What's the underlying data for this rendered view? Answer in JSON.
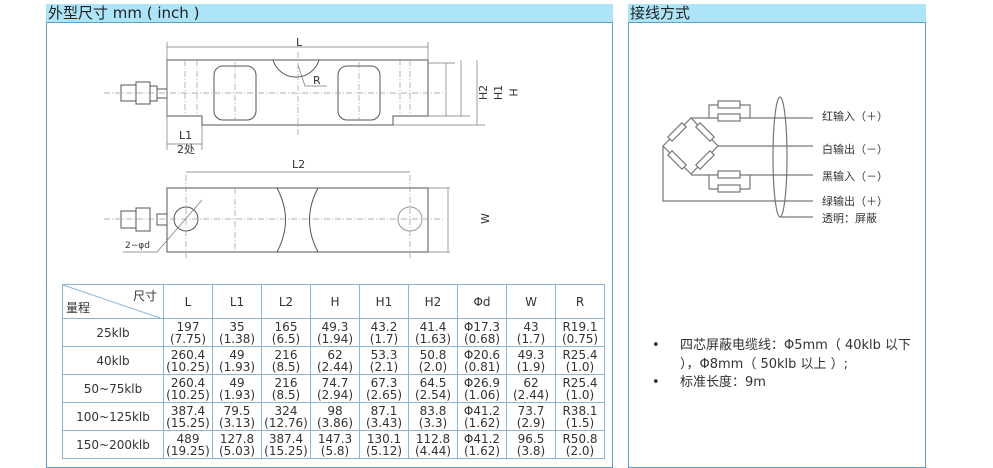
{
  "left_panel": {
    "title": "外型尺寸 mm ( inch )"
  },
  "right_panel": {
    "title": "接线方式"
  },
  "drawing_labels": {
    "L": "L",
    "L1": "L1",
    "L1_note": "2处",
    "R": "R",
    "H2": "H2",
    "H1": "H1",
    "H": "H",
    "L2": "L2",
    "W": "W",
    "hole": "2−φd"
  },
  "table": {
    "corner_top": "尺寸",
    "corner_bottom": "量程",
    "columns": [
      "L",
      "L1",
      "L2",
      "H",
      "H1",
      "H2",
      "Φd",
      "W",
      "R"
    ],
    "rows": [
      {
        "range": "25klb",
        "cells": [
          [
            "197",
            "(7.75)"
          ],
          [
            "35",
            "(1.38)"
          ],
          [
            "165",
            "(6.5)"
          ],
          [
            "49.3",
            "(1.94)"
          ],
          [
            "43.2",
            "(1.7)"
          ],
          [
            "41.4",
            "(1.63)"
          ],
          [
            "Φ17.3",
            "(0.68)"
          ],
          [
            "43",
            "(1.7)"
          ],
          [
            "R19.1",
            "(0.75)"
          ]
        ]
      },
      {
        "range": "40klb",
        "cells": [
          [
            "260.4",
            "(10.25)"
          ],
          [
            "49",
            "(1.93)"
          ],
          [
            "216",
            "(8.5)"
          ],
          [
            "62",
            "(2.44)"
          ],
          [
            "53.3",
            "(2.1)"
          ],
          [
            "50.8",
            "(2.0)"
          ],
          [
            "Φ20.6",
            "(0.81)"
          ],
          [
            "49.3",
            "(1.9)"
          ],
          [
            "R25.4",
            "(1.0)"
          ]
        ]
      },
      {
        "range": "50~75klb",
        "cells": [
          [
            "260.4",
            "(10.25)"
          ],
          [
            "49",
            "(1.93)"
          ],
          [
            "216",
            "(8.5)"
          ],
          [
            "74.7",
            "(2.94)"
          ],
          [
            "67.3",
            "(2.65)"
          ],
          [
            "64.5",
            "(2.54)"
          ],
          [
            "Φ26.9",
            "(1.06)"
          ],
          [
            "62",
            "(2.44)"
          ],
          [
            "R25.4",
            "(1.0)"
          ]
        ]
      },
      {
        "range": "100~125klb",
        "cells": [
          [
            "387.4",
            "(15.25)"
          ],
          [
            "79.5",
            "(3.13)"
          ],
          [
            "324",
            "(12.76)"
          ],
          [
            "98",
            "(3.86)"
          ],
          [
            "87.1",
            "(3.43)"
          ],
          [
            "83.8",
            "(3.3)"
          ],
          [
            "Φ41.2",
            "(1.62)"
          ],
          [
            "73.7",
            "(2.9)"
          ],
          [
            "R38.1",
            "(1.5)"
          ]
        ]
      },
      {
        "range": "150~200klb",
        "cells": [
          [
            "489",
            "(19.25)"
          ],
          [
            "127.8",
            "(5.03)"
          ],
          [
            "387.4",
            "(15.25)"
          ],
          [
            "147.3",
            "(5.8)"
          ],
          [
            "130.1",
            "(5.12)"
          ],
          [
            "112.8",
            "(4.44)"
          ],
          [
            "Φ41.2",
            "(1.62)"
          ],
          [
            "96.5",
            "(3.8)"
          ],
          [
            "R50.8",
            "(2.0)"
          ]
        ]
      }
    ]
  },
  "wiring": {
    "labels": [
      "红输入（＋）",
      "白输出（－）",
      "黑输入（－）",
      "绿输出（＋）",
      "透明：屏蔽"
    ]
  },
  "notes": [
    "四芯屏蔽电缆线：Φ5mm（ 40klb 以下 ），Φ8mm（ 50klb 以上 ）;",
    "标准长度：9m"
  ]
}
